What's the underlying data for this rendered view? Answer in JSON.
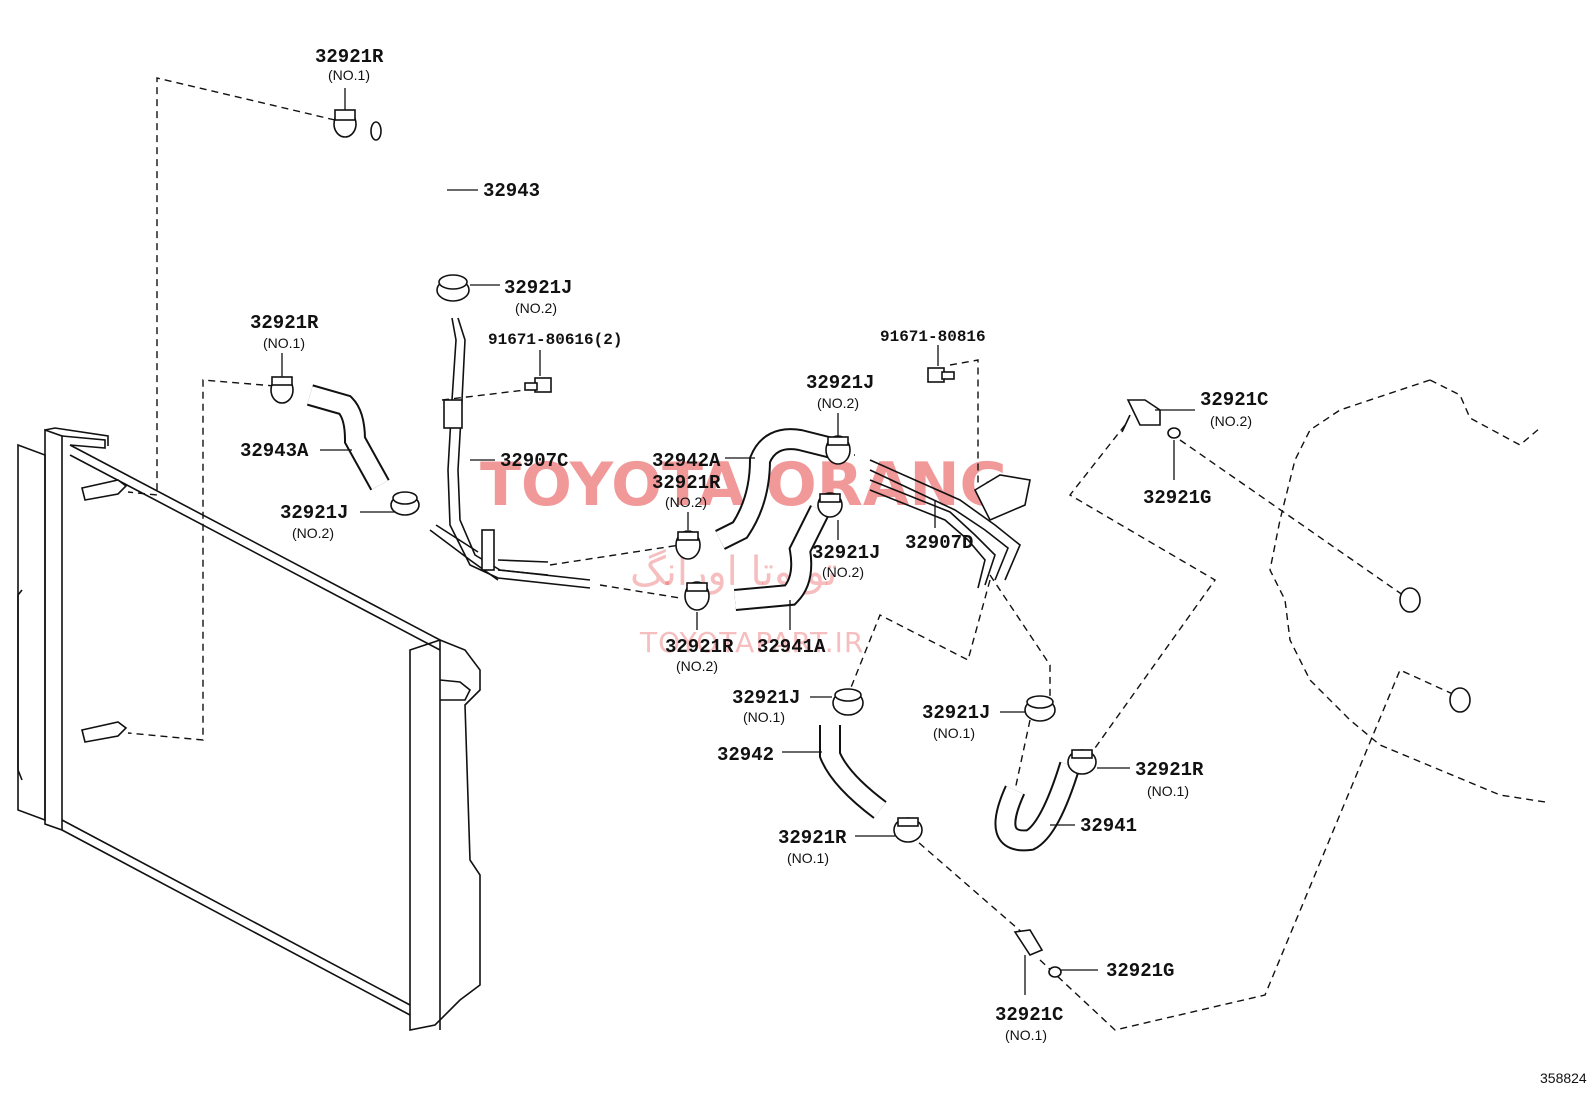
{
  "figure_number": "358824",
  "watermark": {
    "brand": "TOYOTA ORANG",
    "persian": "تویوتا اورانگ",
    "site": "TOYOTAPART.IR"
  },
  "labels": [
    {
      "id": "l1",
      "part": "32921R",
      "sub": "(NO.1)"
    },
    {
      "id": "l2",
      "part": "32943",
      "sub": ""
    },
    {
      "id": "l3",
      "part": "32921J",
      "sub": "(NO.2)"
    },
    {
      "id": "l4",
      "part": "91671-80616(2)",
      "sub": ""
    },
    {
      "id": "l5",
      "part": "32921R",
      "sub": "(NO.1)"
    },
    {
      "id": "l6",
      "part": "32943A",
      "sub": ""
    },
    {
      "id": "l7",
      "part": "32921J",
      "sub": "(NO.2)"
    },
    {
      "id": "l8",
      "part": "32907C",
      "sub": ""
    },
    {
      "id": "l9",
      "part": "32942A",
      "sub": ""
    },
    {
      "id": "l10",
      "part": "32921R",
      "sub": "(NO.2)"
    },
    {
      "id": "l11",
      "part": "91671-80816",
      "sub": ""
    },
    {
      "id": "l12",
      "part": "32921J",
      "sub": "(NO.2)"
    },
    {
      "id": "l13",
      "part": "32921J",
      "sub": "(NO.2)"
    },
    {
      "id": "l14",
      "part": "32907D",
      "sub": ""
    },
    {
      "id": "l15",
      "part": "32921R",
      "sub": "(NO.2)"
    },
    {
      "id": "l16",
      "part": "32941A",
      "sub": ""
    },
    {
      "id": "l17",
      "part": "32921C",
      "sub": "(NO.2)"
    },
    {
      "id": "l18",
      "part": "32921G",
      "sub": ""
    },
    {
      "id": "l19",
      "part": "32921J",
      "sub": "(NO.1)"
    },
    {
      "id": "l20",
      "part": "32942",
      "sub": ""
    },
    {
      "id": "l21",
      "part": "32921J",
      "sub": "(NO.1)"
    },
    {
      "id": "l22",
      "part": "32921R",
      "sub": "(NO.1)"
    },
    {
      "id": "l23",
      "part": "32941",
      "sub": ""
    },
    {
      "id": "l24",
      "part": "32921R",
      "sub": "(NO.1)"
    },
    {
      "id": "l25",
      "part": "32921G",
      "sub": ""
    },
    {
      "id": "l26",
      "part": "32921C",
      "sub": "(NO.1)"
    }
  ]
}
